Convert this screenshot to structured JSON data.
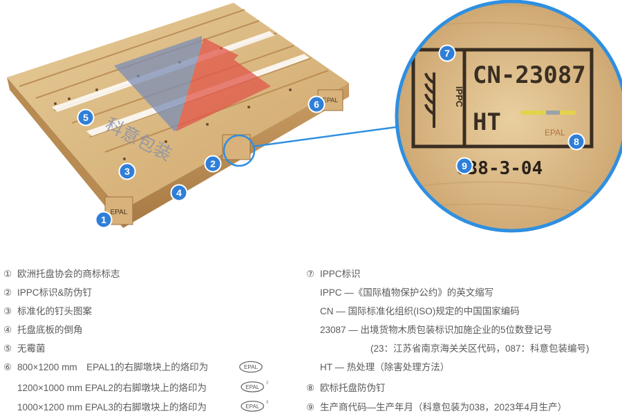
{
  "figure": {
    "watermark": "科意包装",
    "pallet_block_mark": "EPAL",
    "stamp": {
      "cn_code": "CN-23087",
      "ht": "HT",
      "ippc": "IPPC",
      "producer_date": "038-3-04"
    },
    "badges": [
      "1",
      "2",
      "3",
      "4",
      "5",
      "6",
      "7",
      "8",
      "9"
    ],
    "colors": {
      "badge": "#2f7fd8",
      "callout": "#2f8fe0",
      "wood": "#d9b984",
      "stamp_ink": "#3a2e22"
    }
  },
  "legend": {
    "left": [
      {
        "num": "①",
        "text": "欧洲托盘协会的商标标志"
      },
      {
        "num": "②",
        "text": "IPPC标识&防伪钉"
      },
      {
        "num": "③",
        "text": "标准化的钉头图案"
      },
      {
        "num": "④",
        "text": "托盘底板的倒角"
      },
      {
        "num": "⑤",
        "text": "无霉菌"
      },
      {
        "num": "⑥",
        "text": "800×1200 mm　EPAL1的右脚墩块上的烙印为"
      },
      {
        "num": "",
        "text": "1200×1000 mm EPAL2的右脚墩块上的烙印为"
      },
      {
        "num": "",
        "text": "1000×1200 mm EPAL3的右脚墩块上的烙印为"
      }
    ],
    "epal_marks": [
      {
        "label": "EPAL",
        "sup": ""
      },
      {
        "label": "EPAL",
        "sup": "2"
      },
      {
        "label": "EPAL",
        "sup": "3"
      }
    ],
    "right": [
      {
        "num": "⑦",
        "text": "IPPC标识"
      },
      {
        "num": "",
        "text": "IPPC —《国际植物保护公约》的英文缩写"
      },
      {
        "num": "",
        "text": "CN — 国际标准化组织(ISO)规定的中国国家编码"
      },
      {
        "num": "",
        "text": "23087 — 出境货物木质包装标识加施企业的5位数登记号"
      },
      {
        "num": "",
        "text": "(23：江苏省南京海关关区代码，087：科意包装编号)"
      },
      {
        "num": "",
        "text": "HT — 热处理（除害处理方法）"
      },
      {
        "num": "⑧",
        "text": "欧标托盘防伪钉"
      },
      {
        "num": "⑨",
        "text": "生产商代码—生产年月（科意包装为038，2023年4月生产）"
      }
    ]
  }
}
